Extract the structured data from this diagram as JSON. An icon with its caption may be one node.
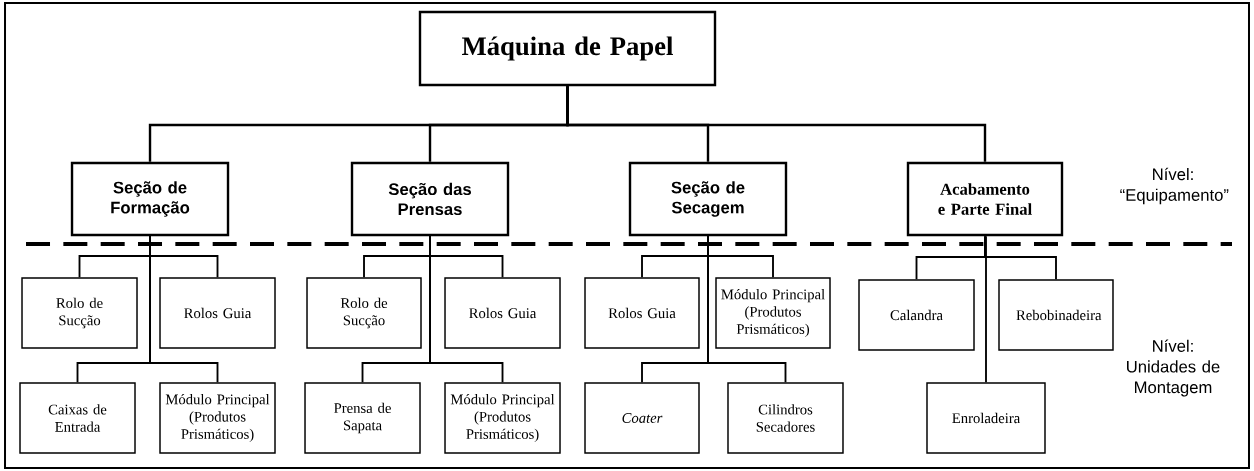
{
  "diagram": {
    "nodes": [
      {
        "text": [
          "Máquina de Papel"
        ]
      },
      {
        "text": [
          "Seção de Formação"
        ]
      },
      {
        "text": [
          "Seção das Prensas"
        ]
      },
      {
        "text": [
          "Seção de Secagem"
        ]
      },
      {
        "text": [
          "Acabamento e Parte Final"
        ]
      },
      {
        "text": [
          "Rolo de Sucção"
        ]
      },
      {
        "text": [
          "Rolos Guia"
        ]
      },
      {
        "text": [
          "Caixas de Entrada"
        ]
      },
      {
        "text": [
          "Módulo Principal (Produtos Prismáticos)"
        ]
      },
      {
        "text": [
          "Rolo de Sucção"
        ]
      },
      {
        "text": [
          "Rolos Guia"
        ]
      },
      {
        "text": [
          "Prensa de Sapata"
        ]
      },
      {
        "text": [
          "Módulo Principal (Produtos Prismáticos)"
        ]
      },
      {
        "text": [
          "Rolos Guia"
        ]
      },
      {
        "text": [
          "Módulo Principal (Produtos Prismáticos)"
        ]
      },
      {
        "text": [
          "Coater"
        ]
      },
      {
        "text": [
          "Cilindros Secadores"
        ]
      },
      {
        "text": [
          "Calandra"
        ]
      },
      {
        "text": [
          "Rebobinadeira"
        ]
      },
      {
        "text": [
          "Enroladeira"
        ]
      }
    ],
    "edges": [
      {
        "from": 0,
        "to": 1,
        "arrow": "none"
      },
      {
        "from": 0,
        "to": 2,
        "arrow": "none"
      },
      {
        "from": 0,
        "to": 3,
        "arrow": "none"
      },
      {
        "from": 0,
        "to": 4,
        "arrow": "none"
      },
      {
        "from": 1,
        "to": 5,
        "arrow": "none"
      },
      {
        "from": 1,
        "to": 6,
        "arrow": "none"
      },
      {
        "from": 1,
        "to": 7,
        "arrow": "none"
      },
      {
        "from": 1,
        "to": 8,
        "arrow": "none"
      },
      {
        "from": 2,
        "to": 9,
        "arrow": "none"
      },
      {
        "from": 2,
        "to": 10,
        "arrow": "none"
      },
      {
        "from": 2,
        "to": 11,
        "arrow": "none"
      },
      {
        "from": 2,
        "to": 12,
        "arrow": "none"
      },
      {
        "from": 3,
        "to": 13,
        "arrow": "none"
      },
      {
        "from": 3,
        "to": 14,
        "arrow": "none"
      },
      {
        "from": 3,
        "to": 15,
        "arrow": "none"
      },
      {
        "from": 3,
        "to": 16,
        "arrow": "none"
      },
      {
        "from": 4,
        "to": 17,
        "arrow": "none"
      },
      {
        "from": 4,
        "to": 18,
        "arrow": "none"
      },
      {
        "from": 4,
        "to": 19,
        "arrow": "none"
      }
    ],
    "labels": [
      "Nível: “Equipamento”",
      "Nível: Unidades de Montagem"
    ]
  }
}
